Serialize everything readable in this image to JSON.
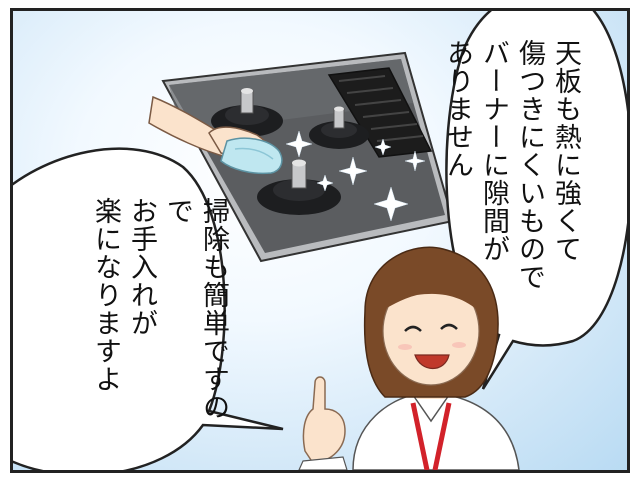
{
  "speech_right": {
    "lines": [
      "天板も熱に強くて",
      "傷つきにくいもので",
      "バーナーに隙間が",
      "ありません"
    ]
  },
  "speech_left": {
    "lines": [
      "掃除も簡単ですので",
      "お手入れが",
      "楽になりますよ"
    ]
  },
  "colors": {
    "sky": "#cfe6f7",
    "cooktop": "#5b5d60",
    "burner": "#1d1e20",
    "lanyard": "#d2222a",
    "hair": "#7a4a28",
    "skin": "#fbe3cc"
  }
}
